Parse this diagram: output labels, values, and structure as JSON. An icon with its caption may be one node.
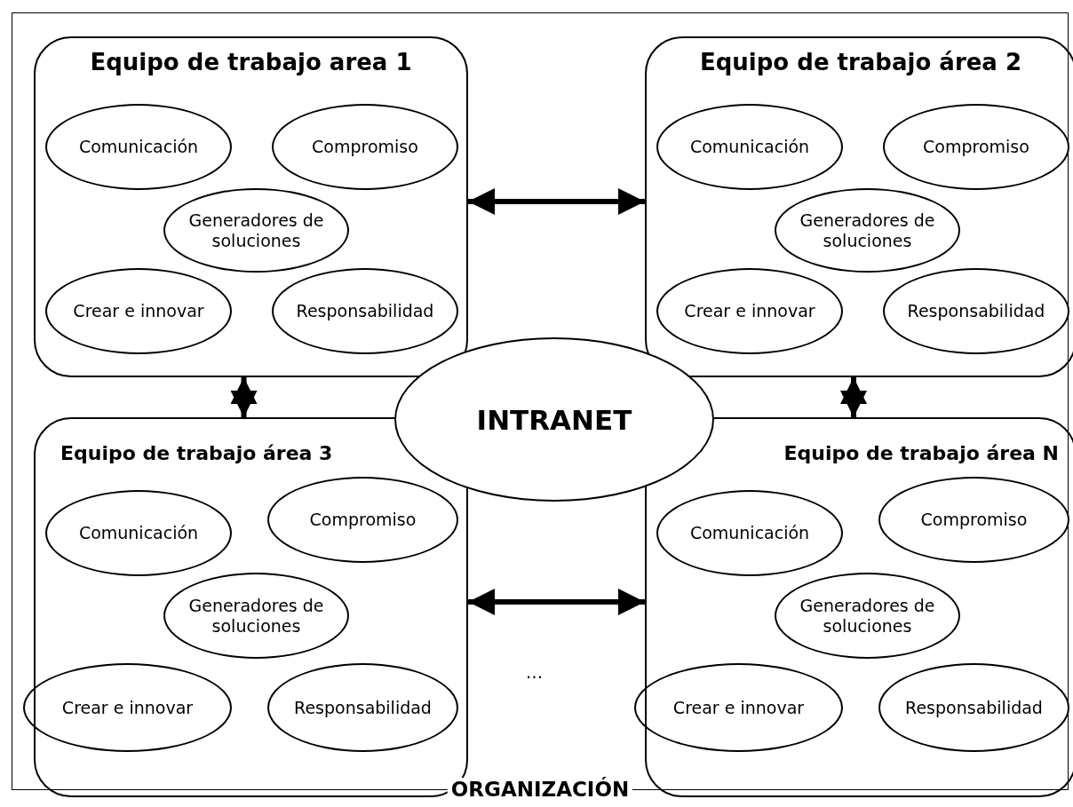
{
  "diagram": {
    "nodes": [
      {
        "text": [
          "ORGANIZACIÓN"
        ]
      },
      {
        "text": [
          "Equipo de trabajo area 1"
        ],
        "in": 0
      },
      {
        "text": [
          "Comunicación"
        ],
        "in": 1
      },
      {
        "text": [
          "Compromiso"
        ],
        "in": 1
      },
      {
        "text": [
          "Generadores de soluciones"
        ],
        "in": 1
      },
      {
        "text": [
          "Crear e innovar"
        ],
        "in": 1
      },
      {
        "text": [
          "Responsabilidad"
        ],
        "in": 1
      },
      {
        "text": [
          "Equipo de trabajo área 2"
        ],
        "in": 0
      },
      {
        "text": [
          "Comunicación"
        ],
        "in": 7
      },
      {
        "text": [
          "Compromiso"
        ],
        "in": 7
      },
      {
        "text": [
          "Generadores de soluciones"
        ],
        "in": 7
      },
      {
        "text": [
          "Crear e innovar"
        ],
        "in": 7
      },
      {
        "text": [
          "Responsabilidad"
        ],
        "in": 7
      },
      {
        "text": [
          "Equipo de trabajo área 3"
        ],
        "in": 0
      },
      {
        "text": [
          "Comunicación"
        ],
        "in": 13
      },
      {
        "text": [
          "Compromiso"
        ],
        "in": 13
      },
      {
        "text": [
          "Generadores de soluciones"
        ],
        "in": 13
      },
      {
        "text": [
          "Crear e innovar"
        ],
        "in": 13
      },
      {
        "text": [
          "Responsabilidad"
        ],
        "in": 13
      },
      {
        "text": [
          "Equipo de trabajo área N"
        ],
        "in": 0
      },
      {
        "text": [
          "Comunicación"
        ],
        "in": 19
      },
      {
        "text": [
          "Compromiso"
        ],
        "in": 19
      },
      {
        "text": [
          "Generadores de soluciones"
        ],
        "in": 19
      },
      {
        "text": [
          "Crear e innovar"
        ],
        "in": 19
      },
      {
        "text": [
          "Responsabilidad"
        ],
        "in": 19
      },
      {
        "text": [
          "INTRANET"
        ],
        "in": 0
      }
    ],
    "edges": [
      {
        "from": 1,
        "to": 7,
        "arrow": "both"
      },
      {
        "from": 1,
        "to": 13,
        "arrow": "both"
      },
      {
        "from": 7,
        "to": 19,
        "arrow": "both"
      },
      {
        "from": 13,
        "to": 19,
        "arrow": "both"
      }
    ],
    "labels": [
      "..."
    ]
  }
}
